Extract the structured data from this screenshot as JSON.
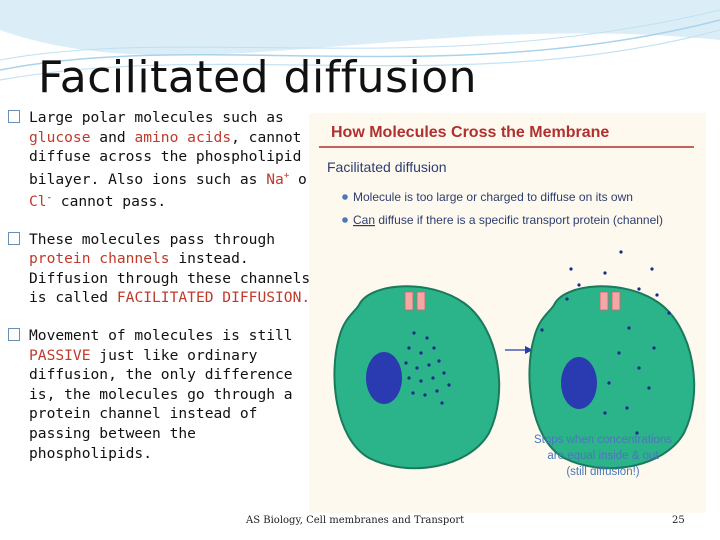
{
  "slide": {
    "title": "Facilitated diffusion",
    "bullets": [
      {
        "text1_a": "Large polar molecules such as ",
        "hl1": "glucose",
        "text1_b": " and ",
        "hl2": "amino acids",
        "text1_c": ", cannot diffuse across the phospholipid bilayer. Also ions such as ",
        "ion1": "Na",
        "ion1_sup": "+",
        "text1_d": " or ",
        "ion2": "Cl",
        "ion2_sup": "-",
        "text1_e": " cannot pass."
      },
      {
        "text2_a": "These molecules pass through ",
        "hl3": "protein channels",
        "text2_b": " instead. Diffusion through these channels is called ",
        "hl4": "FACILITATED DIFFUSION."
      },
      {
        "text3_a": "Movement of molecules is still ",
        "hl5": "PASSIVE",
        "text3_b": " just like ordinary diffusion, the only difference is, the molecules go through a protein channel instead of passing between the phospholipids."
      }
    ],
    "figure": {
      "heading": "How Molecules Cross the Membrane",
      "subheading": "Facilitated diffusion",
      "point1": "Molecule is too large or charged to diffuse on its own",
      "point2_a": "Can",
      "point2_b": " diffuse if there is a specific transport protein (channel)",
      "caption_line1": "Stops when concentrations",
      "caption_line2": "are equal inside & out",
      "caption_line3": "(still diffusion!)"
    },
    "footer": "AS Biology, Cell membranes and Transport",
    "page_number": "25"
  }
}
